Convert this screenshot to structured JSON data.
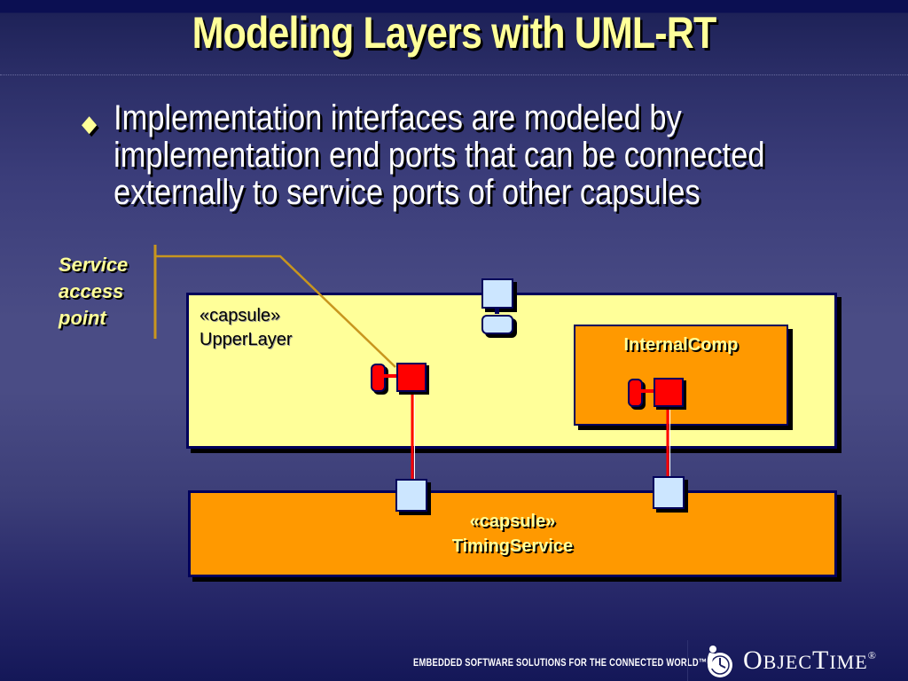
{
  "slide": {
    "title": "Modeling Layers with UML-RT",
    "bullet": {
      "icon": "diamond-bullet-icon",
      "text": "Implementation interfaces are modeled by implementation end ports that can be connected externally to service ports of other capsules"
    }
  },
  "diagram": {
    "callout": {
      "line1": "Service",
      "line2": "access",
      "line3": "point"
    },
    "upper_capsule": {
      "stereotype": "«capsule»",
      "name": "UpperLayer"
    },
    "internal_component": {
      "name": "InternalComp"
    },
    "timing_capsule": {
      "stereotype": "«capsule»",
      "name": "TimingService"
    },
    "colors": {
      "capsule_fill": "#ffff99",
      "component_fill": "#ff9900",
      "border": "#00005a",
      "end_port": "#ff0000",
      "service_port": "#cce6ff",
      "callout_line": "#c8961e"
    }
  },
  "footer": {
    "tagline": "EMBEDDED SOFTWARE SOLUTIONS FOR THE CONNECTED WORLD™",
    "logo_text_a": "O",
    "logo_text_b": "BJEC",
    "logo_text_c": "T",
    "logo_text_d": "IME",
    "logo_reg": "®"
  }
}
